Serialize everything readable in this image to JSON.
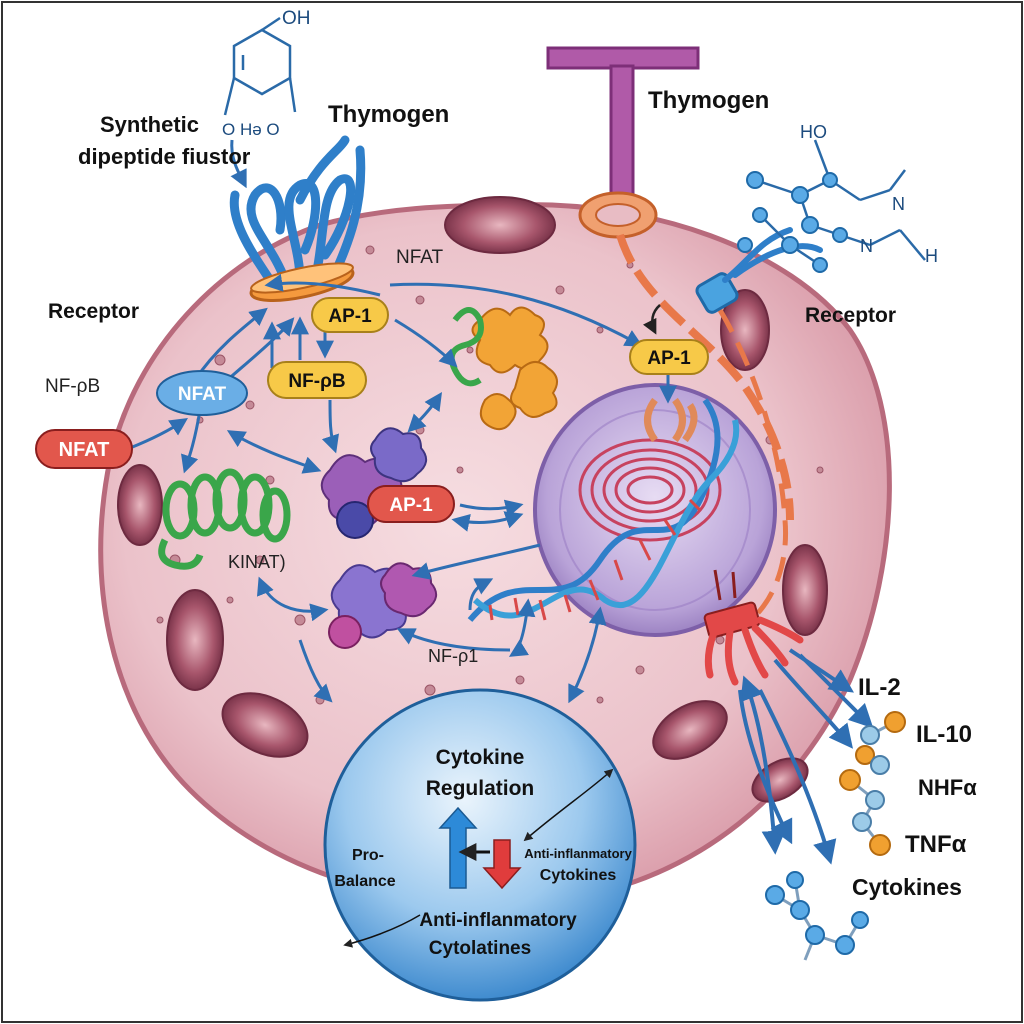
{
  "labels": {
    "synthetic_line1": "Synthetic",
    "synthetic_line2": "dipeptide fiustor",
    "thymogen_left": "Thymogen",
    "thymogen_right": "Thymogen",
    "receptor_left": "Receptor",
    "receptor_right": "Receptor",
    "nfat_top": "NFAT",
    "nfpb_left": "NF-ρB",
    "kinat": "KINAT)",
    "nfp1": "NF-ρ1",
    "chem_oh": "OH",
    "chem_left_frag": "O  Hə   O",
    "chem_right_top": "HO",
    "chem_right_n1": "N",
    "chem_right_n2": "N",
    "chem_right_h": "H"
  },
  "pills": {
    "ap1_upper": "AP-1",
    "nfpb": "NF-ρB",
    "nfat_blue": "NFAT",
    "nfat_red": "NFAT",
    "ap1_middle": "AP-1",
    "ap1_right": "AP-1"
  },
  "cytokines": {
    "il2": "IL-2",
    "il10": "IL-10",
    "nhfa": "NHFα",
    "tnfa": "TNFα",
    "cytokines": "Cytokines"
  },
  "regulation": {
    "title_line1": "Cytokine",
    "title_line2": "Regulation",
    "pro_line1": "Pro-",
    "pro_line2": "Balance",
    "anti_small_line1": "Anti-inflanmatory",
    "anti_small_line2": "Cytokines",
    "bottom_line1": "Anti-inflanmatory",
    "bottom_line2": "Cytolatines"
  },
  "colors": {
    "cell_fill": "#e8bcc4",
    "cell_stroke": "#b86a7c",
    "nucleus": "#b79fd6",
    "arrow": "#2f6fb3",
    "pill_yellow": "#f7c948",
    "pill_blue": "#6aaee6",
    "pill_red": "#e2574c",
    "regulation": "#3f8fd6"
  }
}
